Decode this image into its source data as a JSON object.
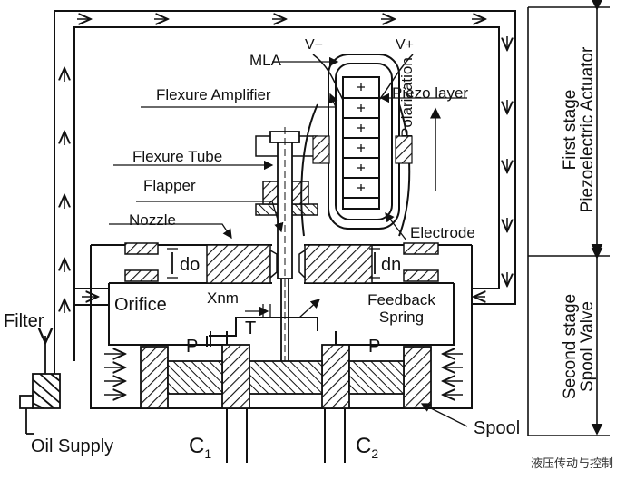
{
  "labels": {
    "mla": "MLA",
    "v_minus": "V−",
    "v_plus": "V+",
    "flexure_amplifier": "Flexure Amplifier",
    "piezo_layer": "Piezo layer",
    "flexure_tube": "Flexure Tube",
    "flapper": "Flapper",
    "nozzle": "Nozzle",
    "polarization": "Polarization",
    "electrode": "Electrode",
    "do": "do",
    "dn": "dn",
    "orifice": "Orifice",
    "xnm": "Xnm",
    "feedback_spring": "Feedback Spring",
    "p_left": "P",
    "t": "T",
    "p_right": "P",
    "filter": "Filter",
    "oil_supply": "Oil Supply",
    "c1": "C",
    "c1_sub": "1",
    "c2": "C",
    "c2_sub": "2",
    "spool": "Spool",
    "first_stage": "First stage",
    "piezo_actuator": "Piezoelectric Actuator",
    "second_stage": "Second stage",
    "spool_valve": "Spool Valve",
    "watermark": "液压传动与控制"
  }
}
